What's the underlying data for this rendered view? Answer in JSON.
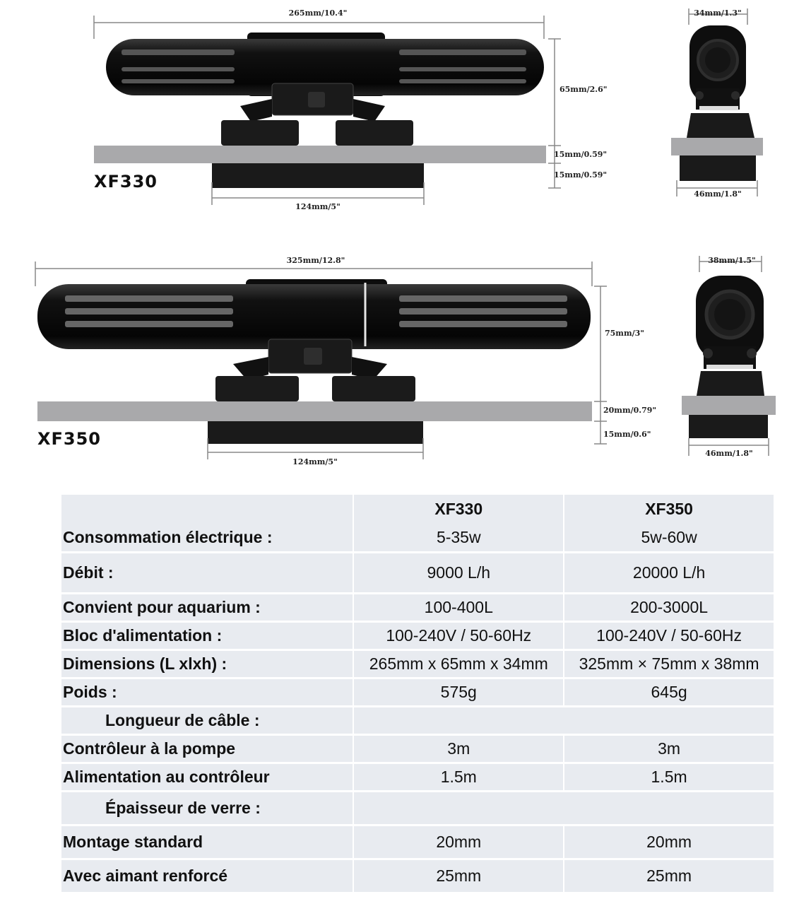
{
  "figures": [
    {
      "model": "XF330",
      "dims": {
        "length": "265mm/10.4\"",
        "height": "65mm/2.6\"",
        "glass": "15mm/0.59\"",
        "bottom": "15mm/0.59\"",
        "base": "124mm/5\"",
        "side_width": "34mm/1.3\"",
        "side_base": "46mm/1.8\""
      }
    },
    {
      "model": "XF350",
      "dims": {
        "length": "325mm/12.8\"",
        "height": "75mm/3\"",
        "glass": "20mm/0.79\"",
        "bottom": "15mm/0.6\"",
        "base": "124mm/5\"",
        "side_width": "38mm/1.5\"",
        "side_base": "46mm/1.8\""
      }
    }
  ],
  "table": {
    "headers": [
      "",
      "XF330",
      "XF350"
    ],
    "rows": [
      [
        "Consommation électrique :",
        "5-35w",
        "5w-60w"
      ],
      [
        "Débit :",
        "9000 L/h",
        "20000 L/h"
      ],
      [
        "Convient pour aquarium :",
        "100-400L",
        "200-3000L"
      ],
      [
        "Bloc d'alimentation :",
        "100-240V / 50-60Hz",
        "100-240V / 50-60Hz"
      ],
      [
        "Dimensions (L xlxh) :",
        "265mm x 65mm x 34mm",
        "325mm × 75mm x 38mm"
      ],
      [
        "Poids :",
        "575g",
        "645g"
      ],
      [
        "Longueur de câble :",
        "",
        ""
      ],
      [
        "Contrôleur à la pompe",
        "3m",
        "3m"
      ],
      [
        "Alimentation au contrôleur",
        "1.5m",
        "1.5m"
      ],
      [
        "Épaisseur de verre :",
        "",
        ""
      ],
      [
        "Montage standard",
        "20mm",
        "20mm"
      ],
      [
        "Avec aimant renforcé",
        "25mm",
        "25mm"
      ]
    ]
  }
}
